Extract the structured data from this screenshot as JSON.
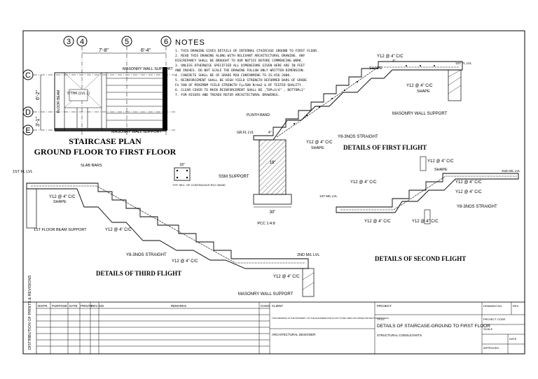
{
  "plan": {
    "grid_cols": [
      "3",
      "4",
      "5",
      "6"
    ],
    "grid_rows": [
      "C",
      "D",
      "E"
    ],
    "dims_top": [
      "7'-8\"",
      "6'-4\""
    ],
    "dims_left": [
      "6'-2\"",
      "3'-1\""
    ],
    "wall_support_top": "MASONRY WALL SUPPORT",
    "wall_support_bottom": "MASONRY WALL SUPPORT",
    "floor_beam": "FLOOR BEAM",
    "landing": "5\"THK (LVL 1)",
    "title_1": "STAIRCASE PLAN",
    "title_2": "GROUND FLOOR TO FIRST FLOOR"
  },
  "notes": {
    "heading": "NOTES",
    "lines": [
      "1. THIS DRAWING GIVES DETAILS OF INTERNAL STAIRCASE GROUND TO FIRST FLOOR.",
      "2. READ THIS DRAWING ALONG WITH RELEVANT ARCHITECTURAL DRAWING. ANY",
      "   DISCREPANCY SHALL BE BROUGHT TO OUR NOTICE BEFORE COMMENCING WORK.",
      "3. UNLESS OTHERWISE SPECIFIED ALL DIMENSIONS GIVEN HERE ARE IN FEET",
      "   AND INCHES. DO NOT SCALE THE DRAWING FOLLOW ONLY WRITTEN DIMENSION.",
      "4. CONCRETE SHALL BE OF GRADE M20 CONFORMING TO IS:456-2000.",
      "5. REINFORCEMENT SHALL BE HIGH YIELD STRENGTH DEFORMED BARS OF GRADE",
      "   Fe 500 OF MINIMUM YIELD STRENGTH Fy=500 N/mm2 & OF TESTED QUALITY.",
      "6. CLEAR COVER TO MAIN REINFORCEMENT SHALL BE ,TOP=3/4\" , BOTTOM=1\"",
      "7. FOR RISERS AND TREADS REFER ARCHITECTURAL DRAWINGS."
    ]
  },
  "first_flight": {
    "title": "DETAILS OF FIRST FLIGHT",
    "bar_top": "Y12 @ 4\" C/C",
    "bar_mid": "Y12 @ 4\" C/C",
    "bar_bottom": "Y12 @ 4\" C/C",
    "dist": "Y8-3NOS STRAIGHT",
    "shape": "SHAPE",
    "shape2": "SHAPE",
    "shape3": "SHAPE",
    "plinth": "PLINTH BAND",
    "gl": "GR.FL LVL",
    "fl": "1ST FL LVL",
    "wall": "MASONRY WALL SUPPORT",
    "dim_4a": "4\"",
    "dim_4b": "4\""
  },
  "footing": {
    "ssm": "SSM SUPPORT",
    "dim_18": "18\"",
    "dim_30": "30\"",
    "pcc": "PCC 1:4:8"
  },
  "second_flight": {
    "title": "DETAILS OF SECOND FLIGHT",
    "bars": [
      "Y12 @ 4\" C/C",
      "Y12 @ 4\" C/C",
      "Y12 @ 4\" C/C",
      "Y12 @ 4\" C/C",
      "Y12 @ 4\" C/C",
      "Y12 @ 4\" C/C"
    ],
    "dist": "Y8-3NOS STRAIGHT",
    "shape": "SHAPE",
    "lvl_top": "2ND M/L LVL",
    "lvl_bot": "1ST M/L LVL"
  },
  "third_flight": {
    "title": "DETAILS OF THIRD FLIGHT",
    "slab_bars": "SLAB BARS",
    "fl": "1ST FL LVL",
    "bar1": "Y12 @ 4\" C/C",
    "bar2": "Y12 @ 4\" C/C",
    "bar3": "Y12 @ 4\" C/C",
    "bar4": "Y12 @ 4\" C/C",
    "shape": "SHAPE",
    "dist": "Y8-3NOS STRAIGHT",
    "beam_support": "1ST FLOOR BEAM SUPPORT",
    "ml": "2ND M/L LVL",
    "wall": "MASONRY WALL SUPPORT"
  },
  "band": {
    "caption": "TYP. SEC. OF CONTINUOUS RCC BAND",
    "dim": "18\""
  },
  "titleblock": {
    "side_label": "DISTRIBUTION OF PRINTS & REVISIONS",
    "cols": [
      "DISTR.",
      "PURPOSE",
      "DATE",
      "PRINTS",
      "REV. NO.",
      "REMARKS",
      "CHKD"
    ],
    "client": "CLIENT",
    "client_note": "THIS DRAWING IS THE PROPERTY OF THE ENGINEER AND IS NOT TO BE USED OR COPIED WITHOUT PERMISSION.",
    "arch": "ARCHITECTURAL DESIGNER",
    "project": "PROJECT",
    "title_label": "TITLE",
    "title": "DETAILS OF STAIRCASE-GROUND TO FIRST FLOOR",
    "consultant": "STRUCTURAL CONSULTANTS",
    "drawing_no": "DRAWING NO.",
    "rev": "REV.",
    "project_code": "PROJECT CODE",
    "scale": "SCALE",
    "date": "DATE",
    "appd": "APPROVED"
  }
}
